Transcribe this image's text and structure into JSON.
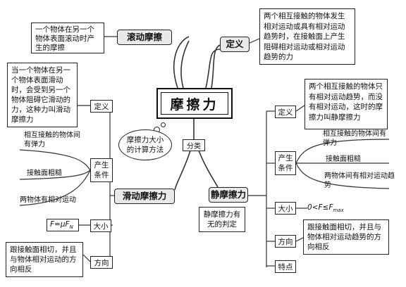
{
  "center": {
    "title": "摩擦力"
  },
  "calc": {
    "label": "摩擦力大小的计算方法"
  },
  "classify": {
    "label": "分类"
  },
  "definition": {
    "label": "定义",
    "text": "两个相互接触的物体发生相对运动或具有相对运动趋势时，在接触面上产生阻碍相对运动或相对运动趋势的力"
  },
  "rolling": {
    "label": "滚动摩擦",
    "text": "一个物体在另一个物体表面滚动时产生的摩擦"
  },
  "sliding": {
    "label": "滑动摩擦力",
    "definition": {
      "label": "定义",
      "text": "当一个物体在另一个物体表面滑动时，会受到另一个物体阻碍它滑动的力，这种力叫滑动摩擦力"
    },
    "conditions": {
      "label": "产生条件",
      "items": [
        "相互接触的物体间有弹力",
        "接触面粗糙",
        "两物体有相对运动"
      ]
    },
    "magnitude": {
      "label": "大小",
      "formula": "F=μF",
      "formula_sub": "N"
    },
    "direction": {
      "label": "方向",
      "text": "跟接触面相切，并且与物体相对运动的方向相反"
    }
  },
  "static": {
    "label": "静摩擦力",
    "judge": "静摩擦力有无的判定",
    "definition": {
      "label": "定义",
      "text": "两个相互接触的物体只有相对运动趋势，而没有相对运动，这时的摩擦力叫静摩擦力"
    },
    "conditions": {
      "label": "产生条件",
      "items": [
        "相互接触的物体间有弹力",
        "接触面粗糙",
        "两物体间有相对运动趋势"
      ]
    },
    "magnitude": {
      "label": "大小",
      "formula": "0<F≤F",
      "formula_sub": "max"
    },
    "direction": {
      "label": "方向",
      "text": "跟接触面相切，并且与物体相对运动趋势的方向相反"
    },
    "feature": {
      "label": "特点"
    }
  }
}
